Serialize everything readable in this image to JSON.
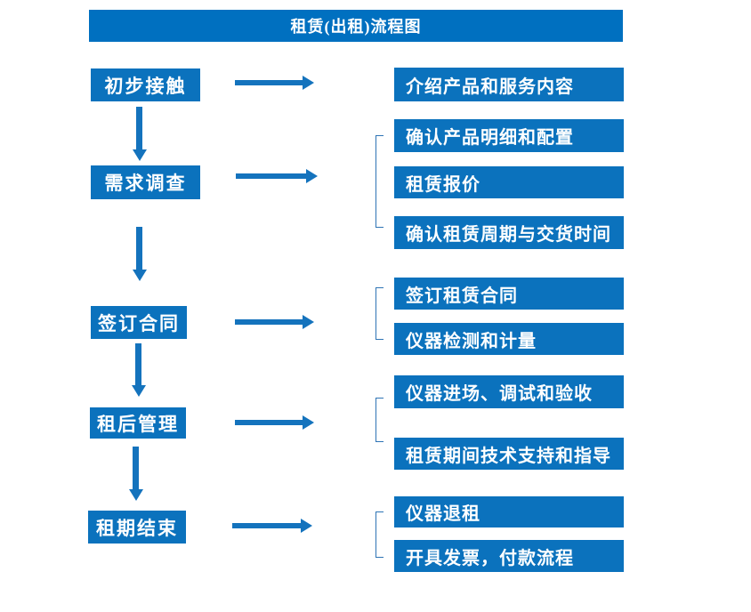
{
  "title": "租赁(出租)流程图",
  "colors": {
    "banner_blue": "#0070c0",
    "box_blue": "#0b72bd",
    "arrow_blue": "#1473bd",
    "bracket_blue": "#2e74b5",
    "text_white": "#ffffff"
  },
  "flow": {
    "steps": [
      {
        "label": "初步接触",
        "outputs": [
          "介绍产品和服务内容"
        ]
      },
      {
        "label": "需求调查",
        "outputs": [
          "确认产品明细和配置",
          "租赁报价",
          "确认租赁周期与交货时间"
        ]
      },
      {
        "label": "签订合同",
        "outputs": [
          "签订租赁合同",
          "仪器检测和计量"
        ]
      },
      {
        "label": "租后管理",
        "outputs": [
          "仪器进场、调试和验收",
          "租赁期间技术支持和指导"
        ]
      },
      {
        "label": "租期结束",
        "outputs": [
          "仪器退租",
          "开具发票，付款流程"
        ]
      }
    ]
  }
}
